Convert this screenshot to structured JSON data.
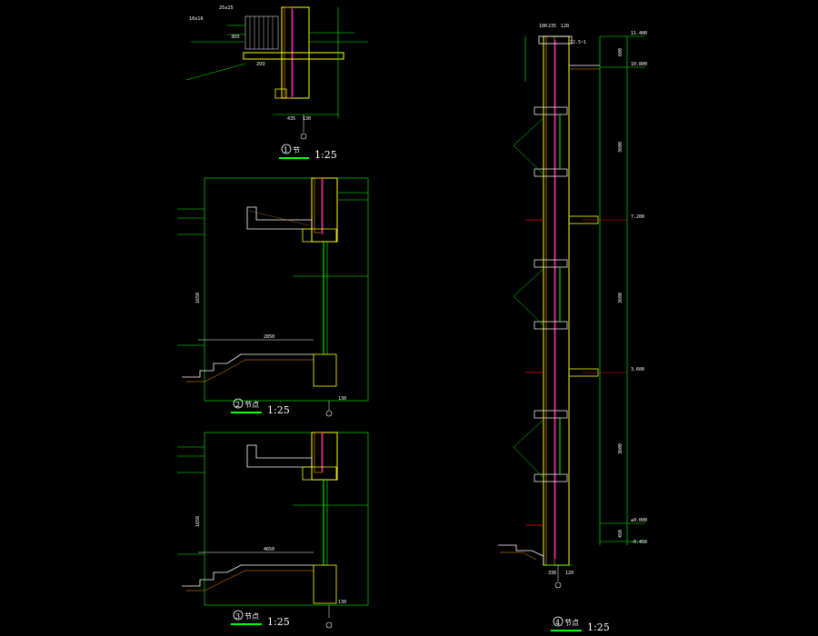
{
  "colors": {
    "background": "#000000",
    "dimension_lines": "#00ff00",
    "wall_outline": "#ffff00",
    "hatch": "#ff9900",
    "insulation": "#ff00ff",
    "axis": "#ff0000",
    "text": "#ffffff",
    "glass": "#00ffff"
  },
  "detail_1": {
    "number": "1",
    "title": "节",
    "scale": "1:25",
    "notes": [
      "25x25",
      "16x16",
      "200",
      "300"
    ],
    "dims": [
      "435",
      "130"
    ]
  },
  "detail_2": {
    "number": "2",
    "title": "节点",
    "scale": "1:25",
    "dims": [
      "2850",
      "1650",
      "130"
    ]
  },
  "detail_3": {
    "number": "3",
    "title": "节点",
    "scale": "1:25",
    "dims": [
      "4650",
      "1650",
      "130"
    ]
  },
  "detail_4": {
    "number": "4",
    "title": "节点",
    "scale": "1:25",
    "top_dims": [
      "100",
      "235",
      "120"
    ],
    "slope_note": "12.5~1",
    "elevations": [
      "11.400",
      "10.800",
      "7.200",
      "3.600",
      "±0.000",
      "-0.450"
    ],
    "vertical_dims": [
      "600",
      "3600",
      "3600",
      "3600",
      "450"
    ],
    "bottom_dims": [
      "330",
      "120"
    ]
  }
}
